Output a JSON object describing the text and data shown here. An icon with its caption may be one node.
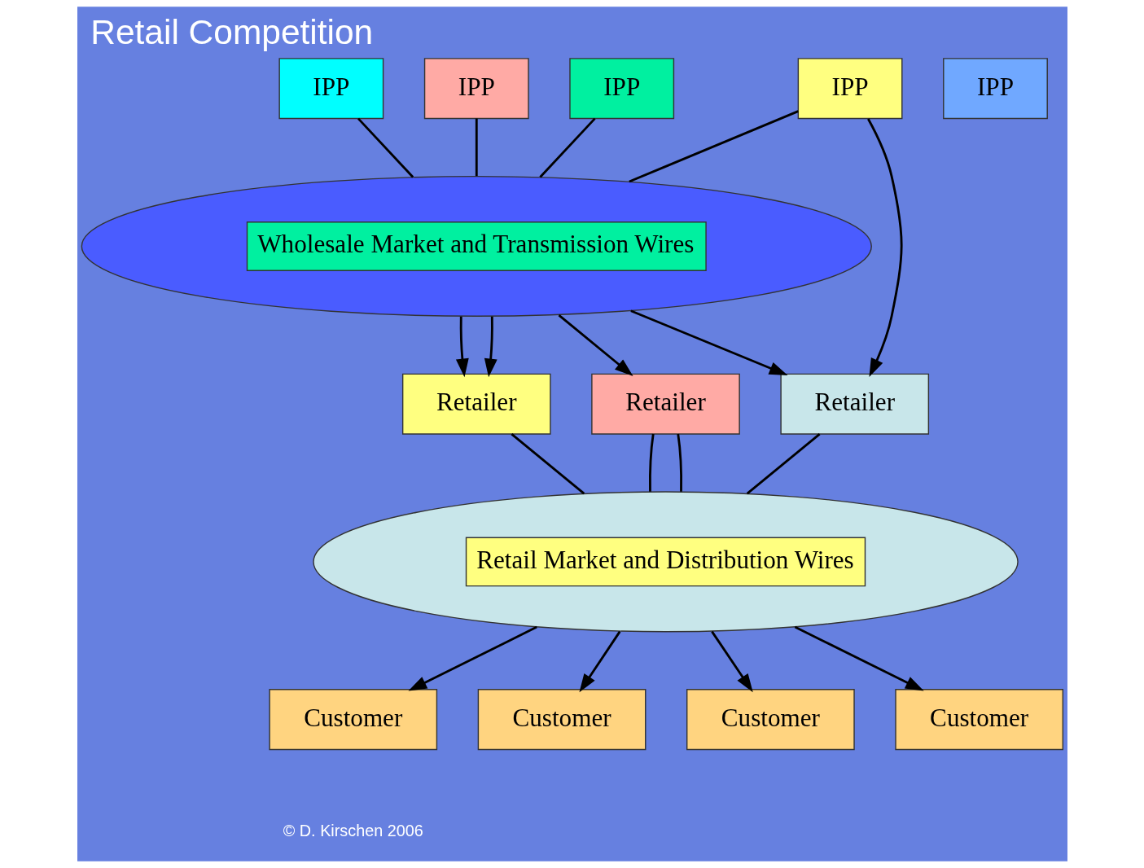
{
  "diagram": {
    "title": "Retail Competition",
    "nodes": [
      {
        "text": [
          "IPP"
        ]
      },
      {
        "text": [
          "IPP"
        ]
      },
      {
        "text": [
          "IPP"
        ]
      },
      {
        "text": [
          "IPP"
        ]
      },
      {
        "text": [
          "IPP"
        ]
      },
      {
        "text": [
          "Wholesale Market and Transmission Wires"
        ]
      },
      {
        "text": [
          "Retailer"
        ]
      },
      {
        "text": [
          "Retailer"
        ]
      },
      {
        "text": [
          "Retailer"
        ]
      },
      {
        "text": [
          "Retail Market and Distribution Wires"
        ]
      },
      {
        "text": [
          "Customer"
        ]
      },
      {
        "text": [
          "Customer"
        ]
      },
      {
        "text": [
          "Customer"
        ]
      },
      {
        "text": [
          "Customer"
        ]
      }
    ],
    "edges": [
      {
        "from": 0,
        "to": 5,
        "arrow": "none"
      },
      {
        "from": 1,
        "to": 5,
        "arrow": "none"
      },
      {
        "from": 2,
        "to": 5,
        "arrow": "none"
      },
      {
        "from": 4,
        "to": 5,
        "arrow": "none"
      },
      {
        "from": 4,
        "to": 8,
        "arrow": "to"
      },
      {
        "from": 5,
        "to": 6,
        "arrow": "to"
      },
      {
        "from": 5,
        "to": 6,
        "arrow": "to"
      },
      {
        "from": 5,
        "to": 7,
        "arrow": "to"
      },
      {
        "from": 5,
        "to": 8,
        "arrow": "to"
      },
      {
        "from": 6,
        "to": 9,
        "arrow": "none"
      },
      {
        "from": 7,
        "to": 9,
        "arrow": "none"
      },
      {
        "from": 7,
        "to": 9,
        "arrow": "none"
      },
      {
        "from": 8,
        "to": 9,
        "arrow": "none"
      },
      {
        "from": 9,
        "to": 10,
        "arrow": "to"
      },
      {
        "from": 9,
        "to": 11,
        "arrow": "to"
      },
      {
        "from": 9,
        "to": 12,
        "arrow": "to"
      },
      {
        "from": 9,
        "to": 13,
        "arrow": "to"
      }
    ],
    "labels": [
      "© D. Kirschen 2006"
    ]
  }
}
